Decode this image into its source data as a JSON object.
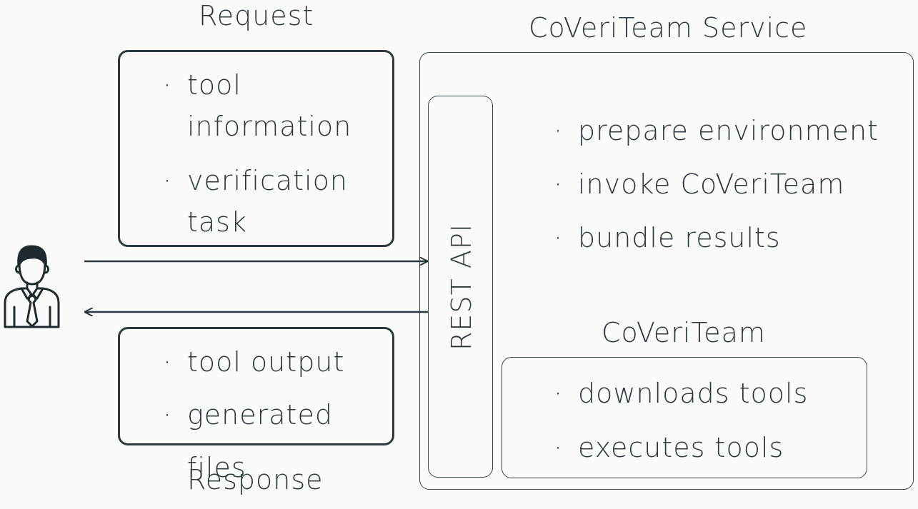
{
  "request": {
    "title": "Request",
    "items": [
      "tool information",
      "verification task"
    ]
  },
  "response": {
    "title": "Response",
    "items": [
      "tool output",
      "generated files"
    ]
  },
  "service": {
    "title": "CoVeriTeam Service",
    "api_label": "REST API",
    "items": [
      "prepare environment",
      "invoke CoVeriTeam",
      "bundle results"
    ]
  },
  "coveriteam": {
    "title": "CoVeriTeam",
    "items": [
      "downloads tools",
      "executes tools"
    ]
  },
  "icons": {
    "user": "user-businessman-icon"
  },
  "colors": {
    "stroke": "#2c3a40",
    "background": "#fbfbfb"
  }
}
